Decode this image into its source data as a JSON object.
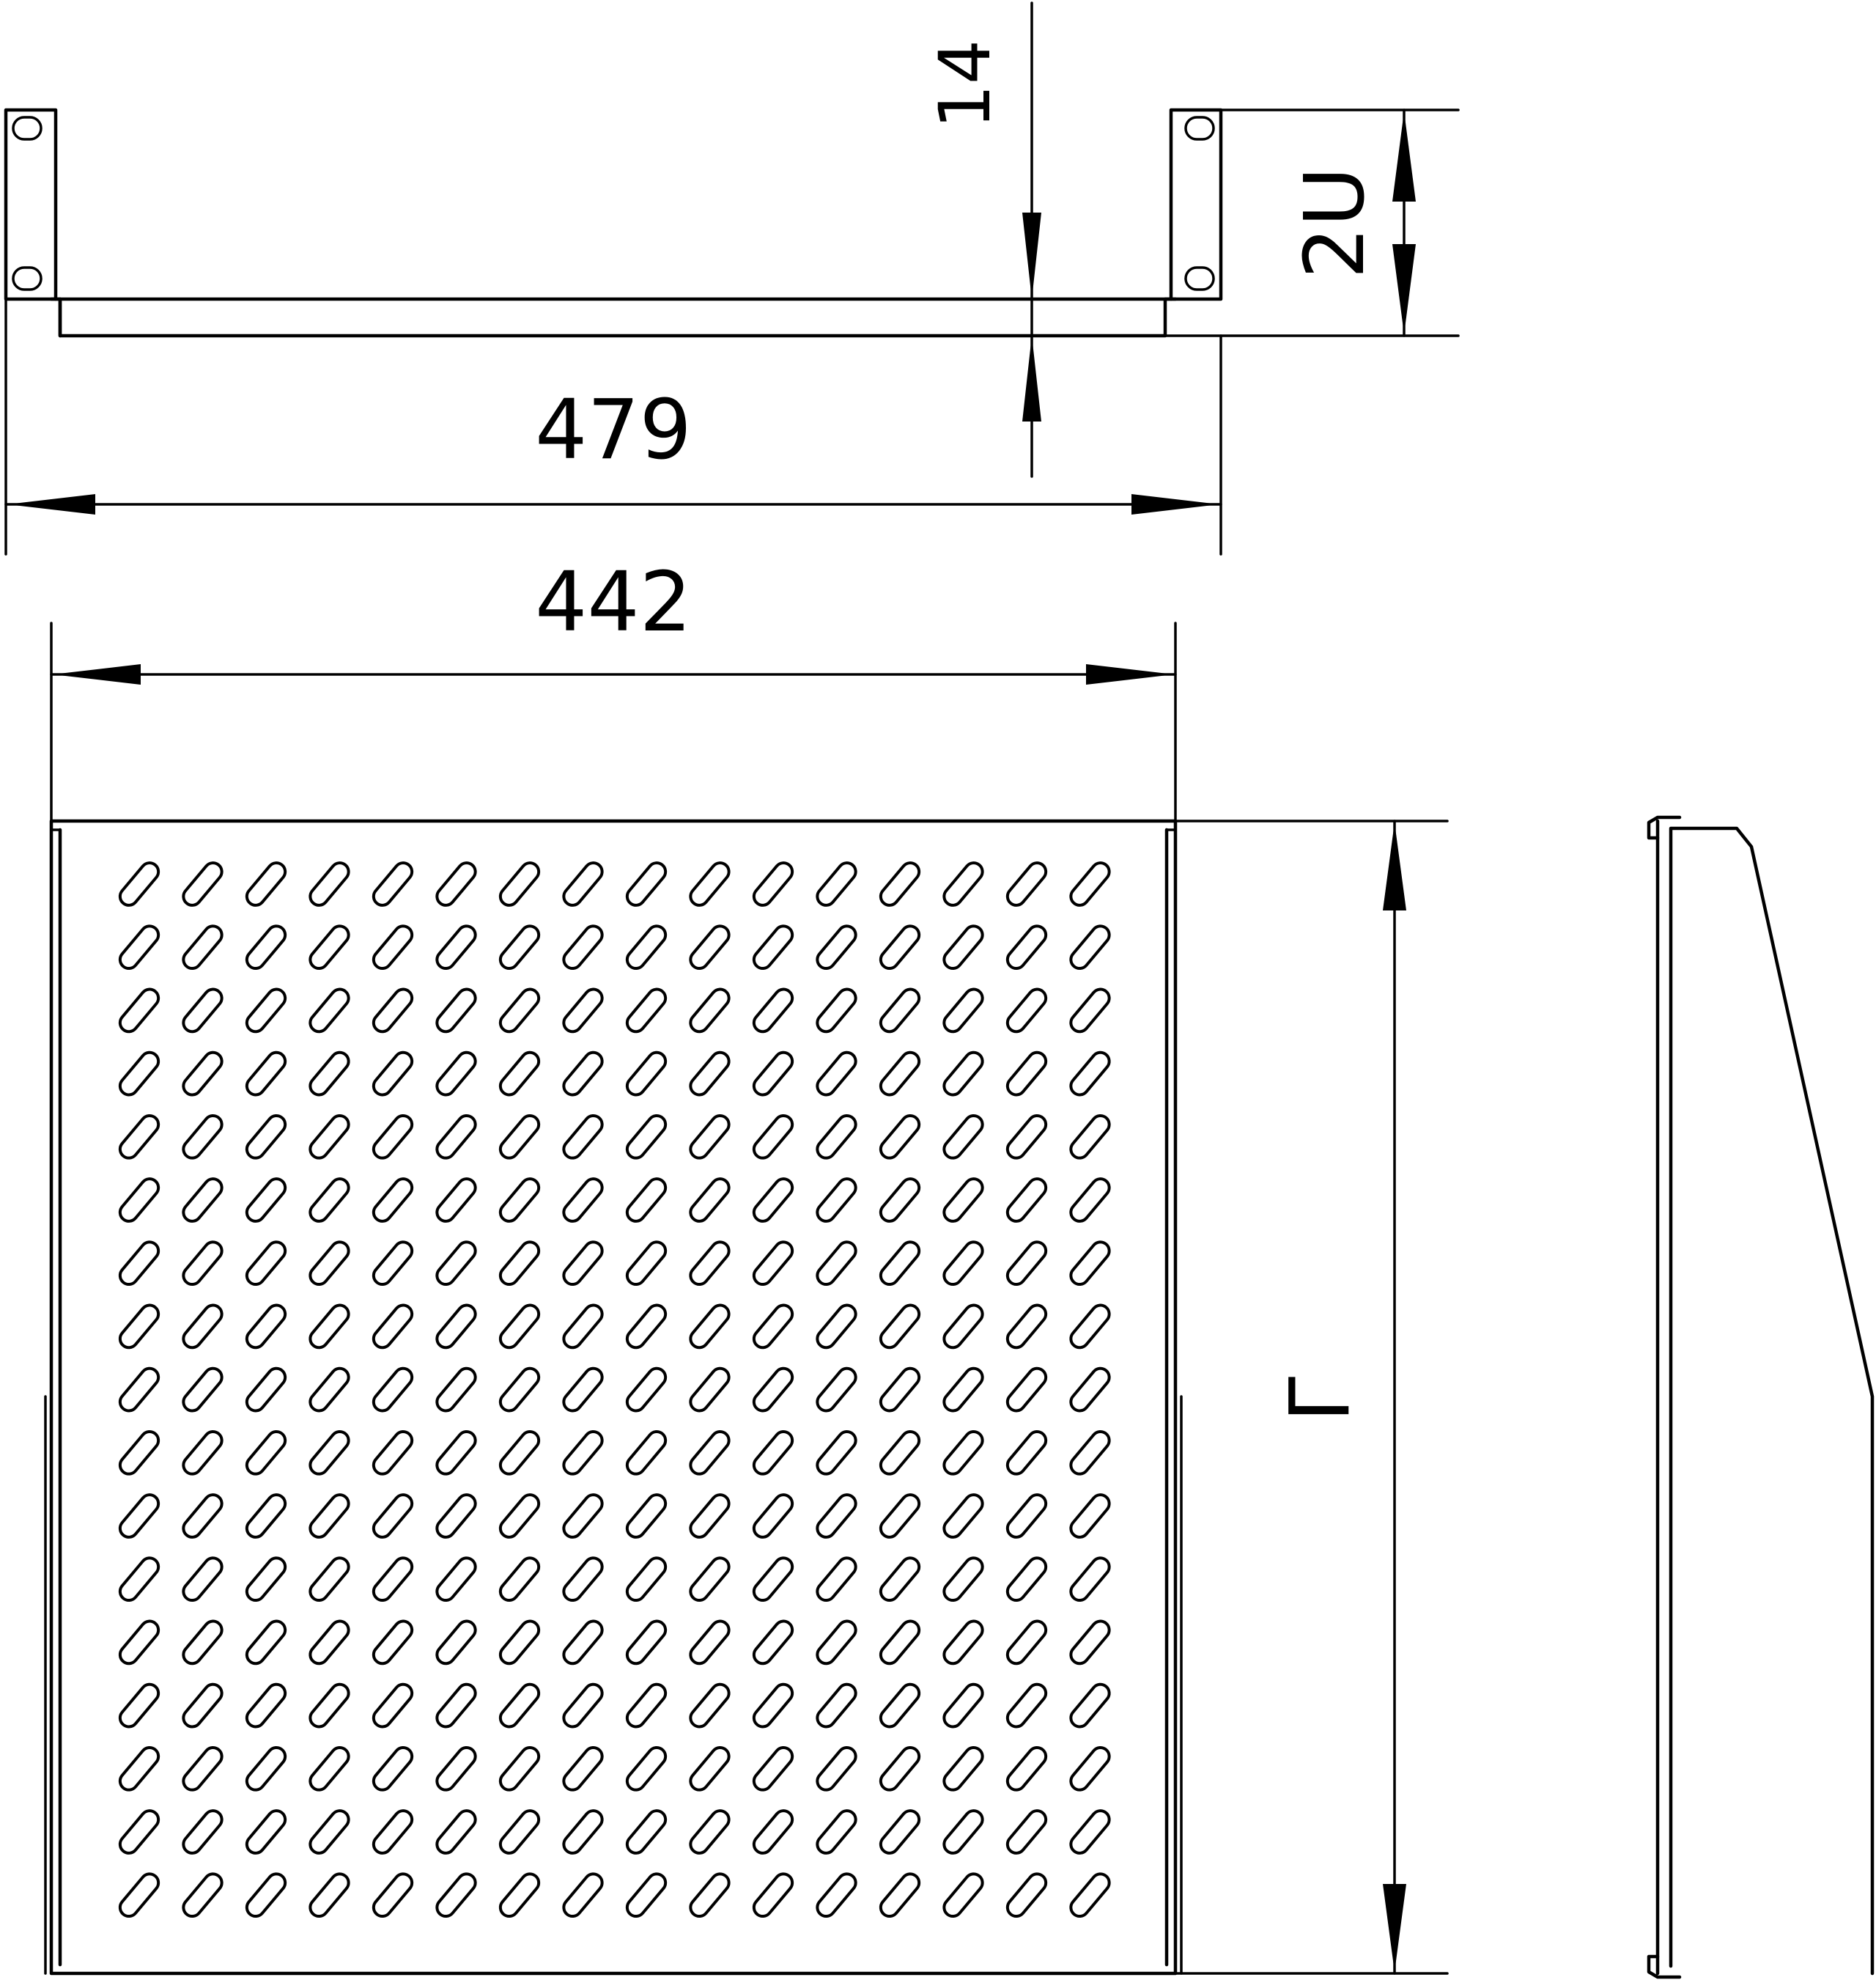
{
  "drawing": {
    "views": [
      "top-view",
      "plan-view",
      "side-view"
    ],
    "dimensions": {
      "overall_width": "479",
      "inner_width": "442",
      "lip": "14",
      "height_units": "2U",
      "depth": "Г"
    },
    "perforation": {
      "columns": 16,
      "rows": 17
    },
    "line_color": "#000000",
    "background": "#ffffff"
  }
}
